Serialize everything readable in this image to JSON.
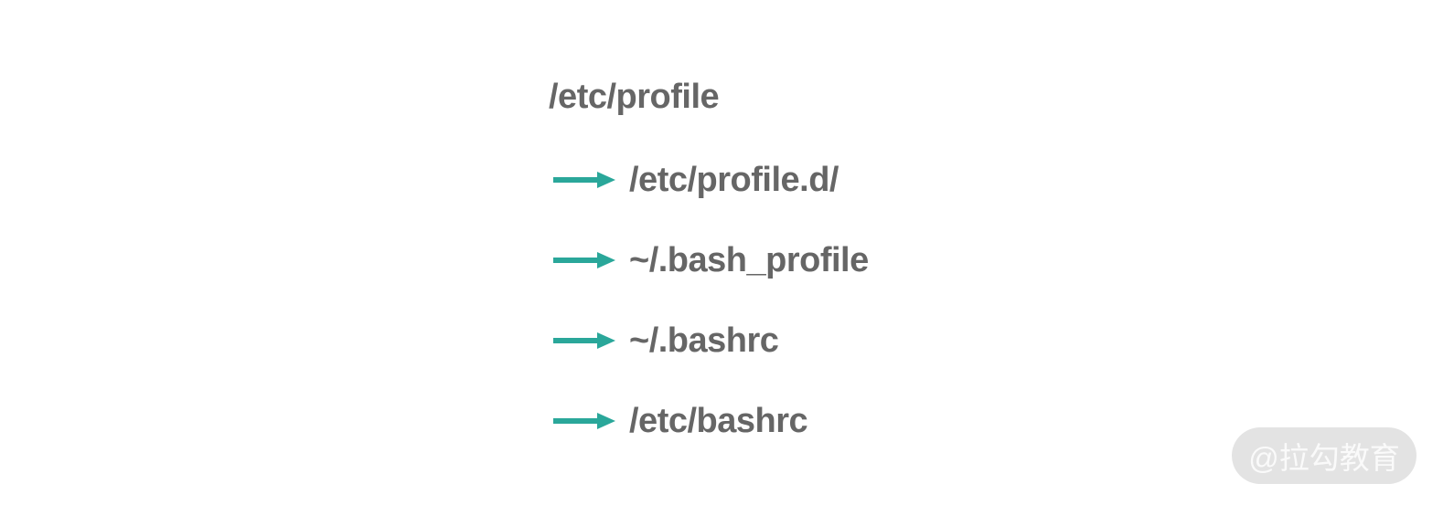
{
  "colors": {
    "accent": "#2aa79a",
    "text": "#666666",
    "watermark_bg": "#e3e3e3",
    "watermark_text": "#fafafa",
    "background": "#ffffff"
  },
  "diagram": {
    "root": "/etc/profile",
    "children": [
      {
        "label": "/etc/profile.d/"
      },
      {
        "label": "~/.bash_profile"
      },
      {
        "label": "~/.bashrc"
      },
      {
        "label": "/etc/bashrc"
      }
    ]
  },
  "watermark": {
    "label": "@拉勾教育"
  }
}
